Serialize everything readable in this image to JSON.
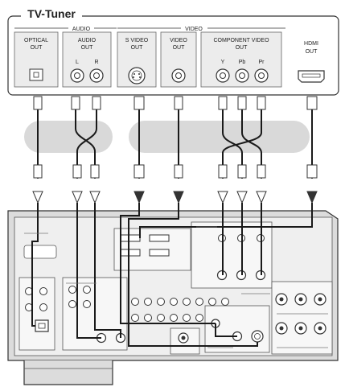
{
  "tuner": {
    "title": "TV-Tuner",
    "audio_group": "AUDIO",
    "video_group": "VIDEO",
    "optical": [
      "OPTICAL",
      "OUT"
    ],
    "audio_out": [
      "AUDIO",
      "OUT"
    ],
    "audio_l": "L",
    "audio_r": "R",
    "svideo": [
      "S VIDEO",
      "OUT"
    ],
    "video_out": [
      "VIDEO",
      "OUT"
    ],
    "component": [
      "COMPONENT VIDEO",
      "OUT"
    ],
    "comp_y": "Y",
    "comp_pb": "Pb",
    "comp_pr": "Pr",
    "hdmi": [
      "HDMI",
      "OUT"
    ]
  },
  "colors": {
    "outline": "#333333",
    "band": "#d9d9d9",
    "panel": "#ececec",
    "receiver_body": "#dcdcdc",
    "cable": "#1a1a1a"
  },
  "icons": [
    "optical-jack-icon",
    "rca-jack-icon",
    "svideo-jack-icon",
    "hdmi-jack-icon",
    "arrow-down-icon",
    "plug-icon"
  ]
}
